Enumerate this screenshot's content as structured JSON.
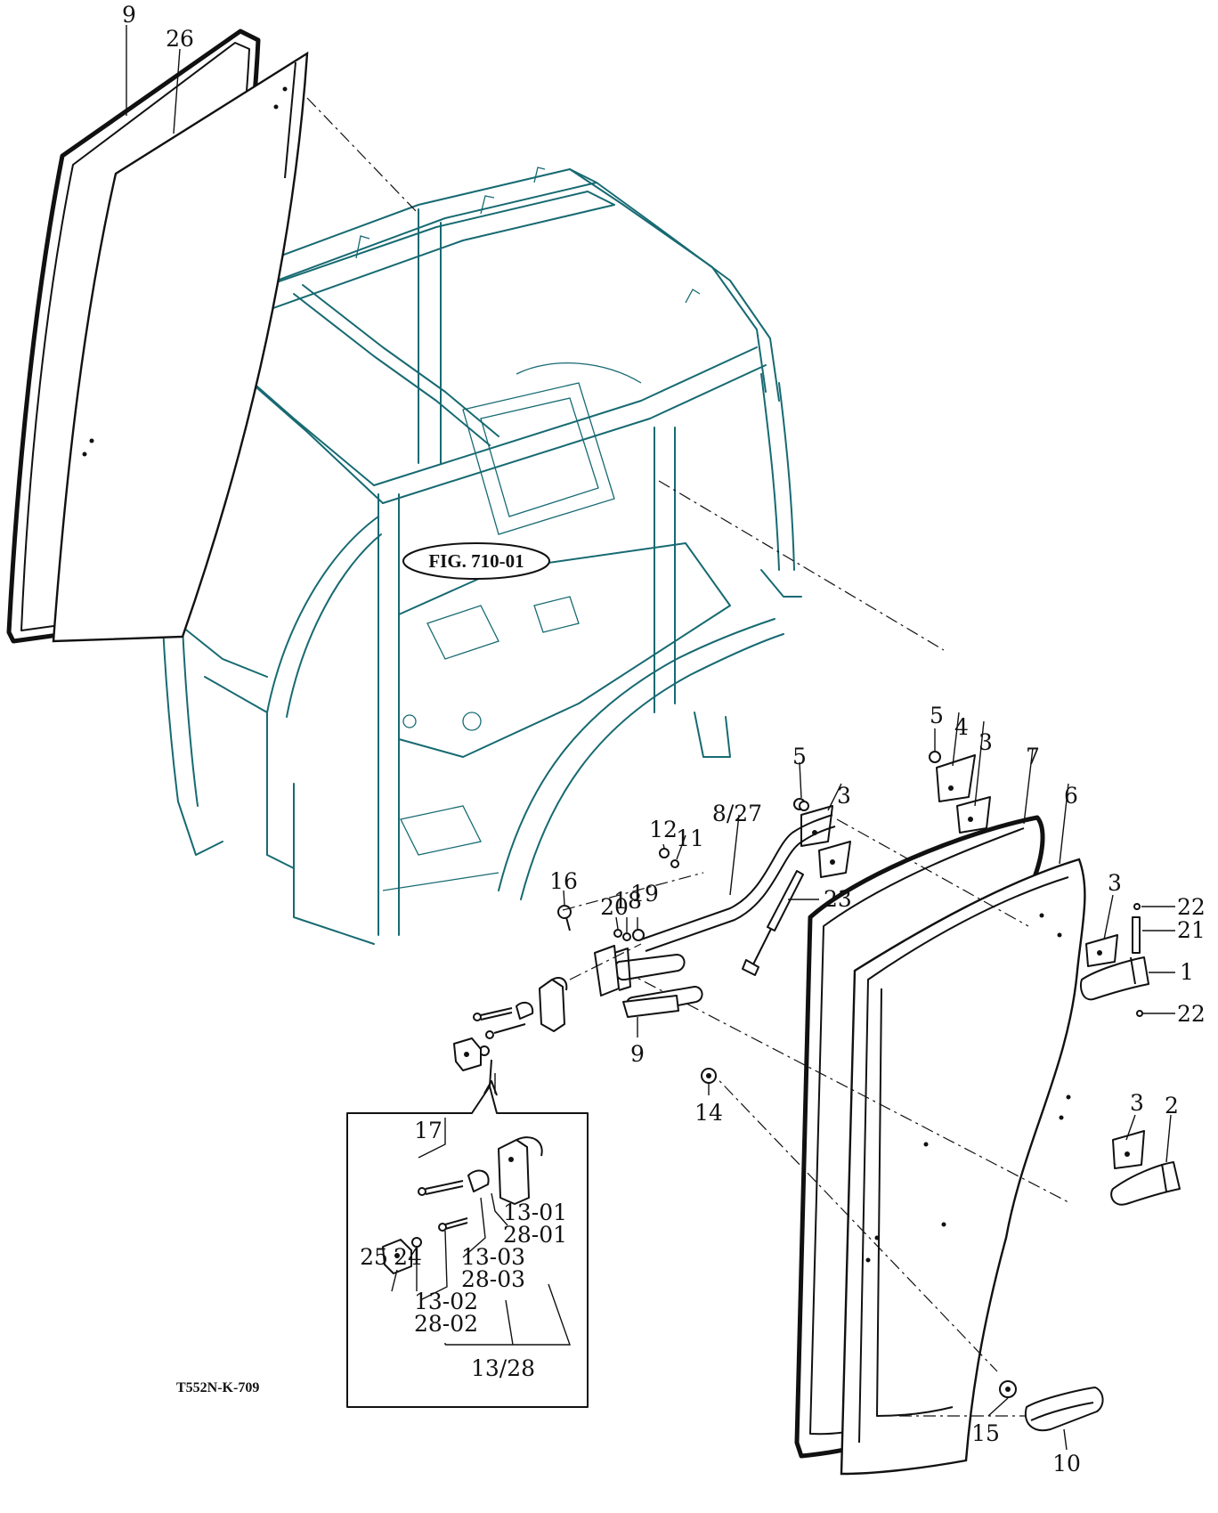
{
  "figure_ref": "FIG. 710-01",
  "drawing_code": "T552N-K-709",
  "callouts": [
    "9",
    "26",
    "5",
    "4",
    "3",
    "7",
    "5",
    "3",
    "6",
    "12",
    "11",
    "8/27",
    "3",
    "22",
    "21",
    "1",
    "22",
    "16",
    "20",
    "18",
    "19",
    "23",
    "9",
    "14",
    "3",
    "2",
    "15",
    "10"
  ],
  "inset_callouts": [
    "17",
    "13-01",
    "28-01",
    "13-03",
    "28-03",
    "13-02",
    "28-02",
    "25",
    "24",
    "13/28"
  ]
}
